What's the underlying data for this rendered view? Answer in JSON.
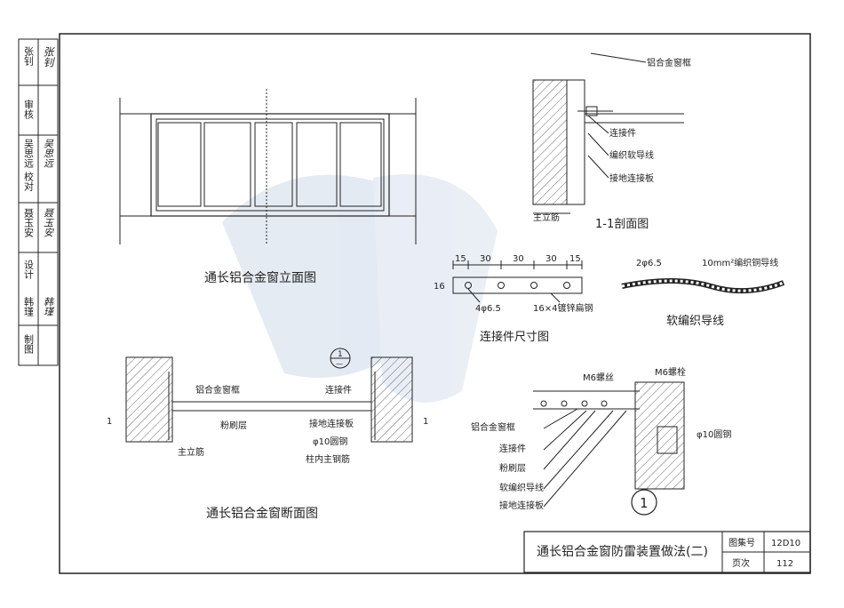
{
  "sidebar": {
    "role_design_lead": "张钊",
    "sig_design_lead": "张钊",
    "role_review": "审核",
    "name_review": "吴思远",
    "sig_review": "吴思远",
    "role_check": "校对",
    "name_check": "聂玉安",
    "sig_check": "聂玉安",
    "role_design": "设计",
    "name_design": "韩瑾",
    "sig_design": "韩瑾",
    "role_draw": "制图"
  },
  "elevation": {
    "title": "通长铝合金窗立面图"
  },
  "section11": {
    "title": "1-1剖面图",
    "label_frame": "铝合金窗框",
    "label_connector": "连接件",
    "label_braid": "编织软导线",
    "label_plate": "接地连接板",
    "label_rebar": "主立筋"
  },
  "connector": {
    "title": "连接件尺寸图",
    "dims": [
      "15",
      "30",
      "30",
      "30",
      "15"
    ],
    "height": "16",
    "holes": "4φ6.5",
    "steel": "16×4镀锌扁钢"
  },
  "braid": {
    "title": "软编织导线",
    "hole": "2φ6.5",
    "spec": "10mm²编织铜导线"
  },
  "plan": {
    "title": "通长铝合金窗断面图",
    "label_frame": "铝合金窗框",
    "label_connector": "连接件",
    "label_plaster": "粉刷层",
    "label_plate": "接地连接板",
    "label_round": "φ10圆钢",
    "label_column": "柱内主钢筋",
    "label_rebar": "主立筋",
    "section_mark": "1",
    "detail_ref_top": "1",
    "detail_ref_bottom": "—"
  },
  "detail1": {
    "label_m6_screw": "M6螺丝",
    "label_m6_bolt": "M6螺栓",
    "label_frame": "铝合金窗框",
    "label_connector": "连接件",
    "label_plaster": "粉刷层",
    "label_braid": "软编织导线",
    "label_plate": "接地连接板",
    "label_round": "φ10圆钢",
    "number": "1"
  },
  "titleblock": {
    "title": "通长铝合金窗防雷装置做法(二)",
    "atlas_label": "图集号",
    "atlas_value": "12D10",
    "page_label": "页次",
    "page_value": "112"
  }
}
